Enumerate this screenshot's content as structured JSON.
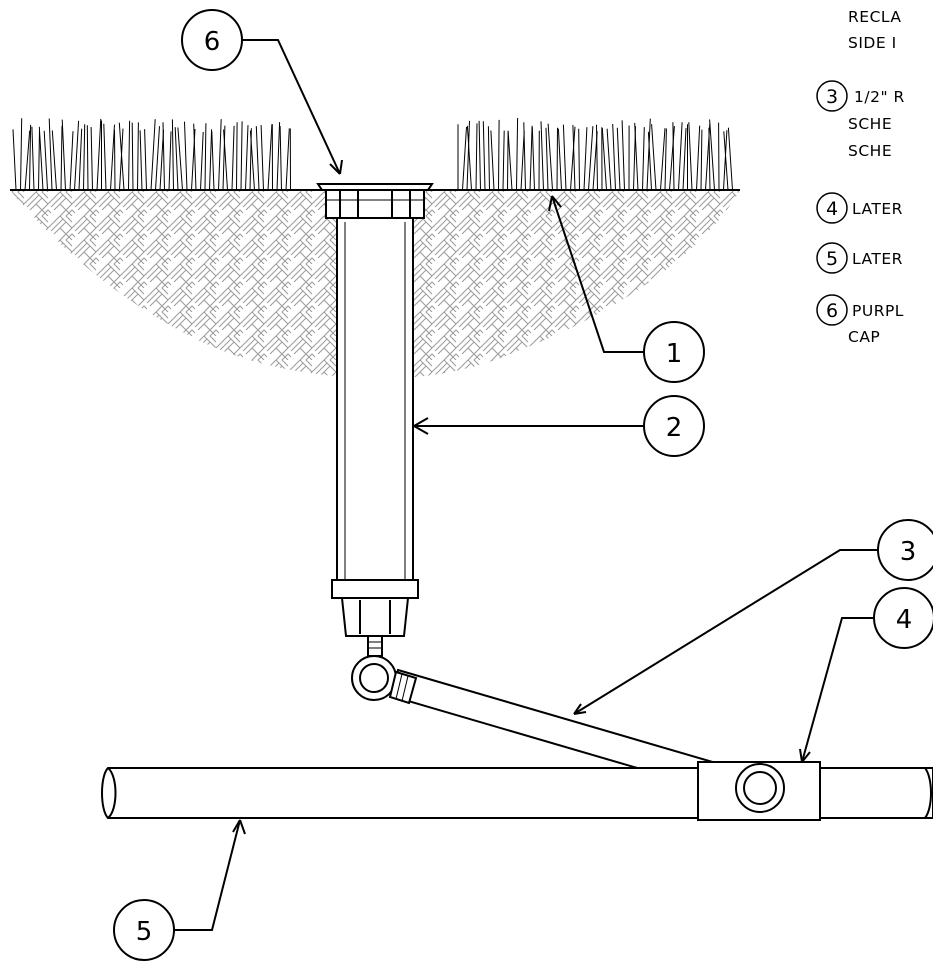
{
  "callouts": {
    "c1": "1",
    "c2": "2",
    "c3": "3",
    "c4": "4",
    "c5": "5",
    "c6": "6"
  },
  "legend": {
    "header_lines": [
      "RECLA",
      "SIDE I"
    ],
    "items": [
      {
        "number": "3",
        "lines": [
          "1/2\" R",
          "SCHE",
          "SCHE"
        ]
      },
      {
        "number": "4",
        "lines": [
          "LATER"
        ]
      },
      {
        "number": "5",
        "lines": [
          "LATER"
        ]
      },
      {
        "number": "6",
        "lines": [
          "PURPL",
          "CAP"
        ]
      }
    ]
  },
  "colors": {
    "line": "#000000",
    "hatch": "#9a9a9a",
    "background": "#ffffff"
  }
}
